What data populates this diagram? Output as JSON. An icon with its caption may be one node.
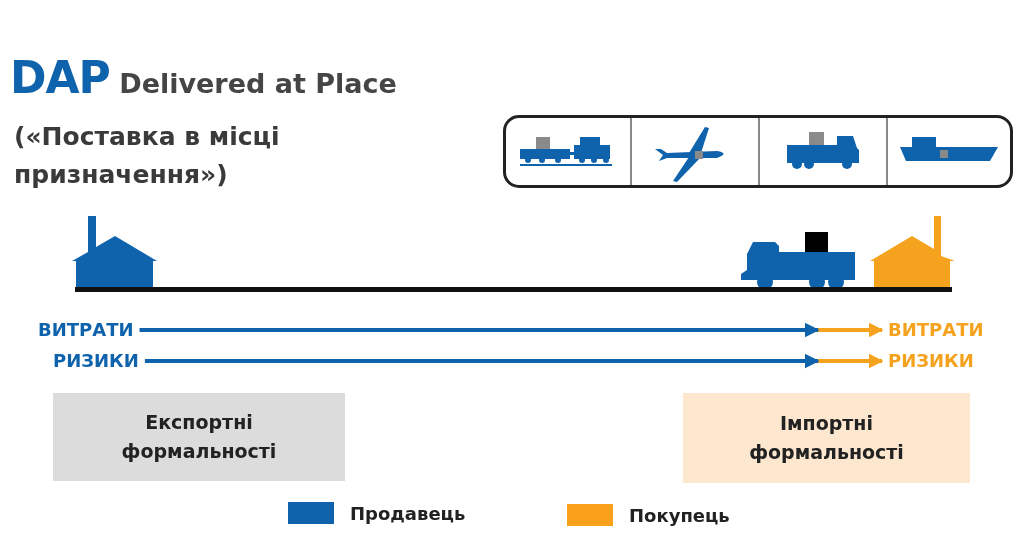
{
  "diagram": {
    "title": "DAP Delivered at Place",
    "nodes": [
      {
        "text": [
          "ВИТРАТИ"
        ]
      },
      {
        "text": [
          "ВИТРАТИ"
        ]
      },
      {
        "text": [
          "РИЗИКИ"
        ]
      },
      {
        "text": [
          "РИЗИКИ"
        ]
      },
      {
        "text": [
          "Експортні формальності"
        ]
      },
      {
        "text": [
          "Імпортні формальності"
        ]
      }
    ],
    "edges": [
      {
        "from": 0,
        "to": 1,
        "arrow": "to"
      },
      {
        "from": 2,
        "to": 3,
        "arrow": "to"
      }
    ],
    "labels": [
      "(«Поставка в місці призначення»)"
    ],
    "legend": [
      {
        "text": "Продавець",
        "color": "#0f63ad"
      },
      {
        "text": "Покупець",
        "color": "#f9a11b"
      }
    ]
  }
}
